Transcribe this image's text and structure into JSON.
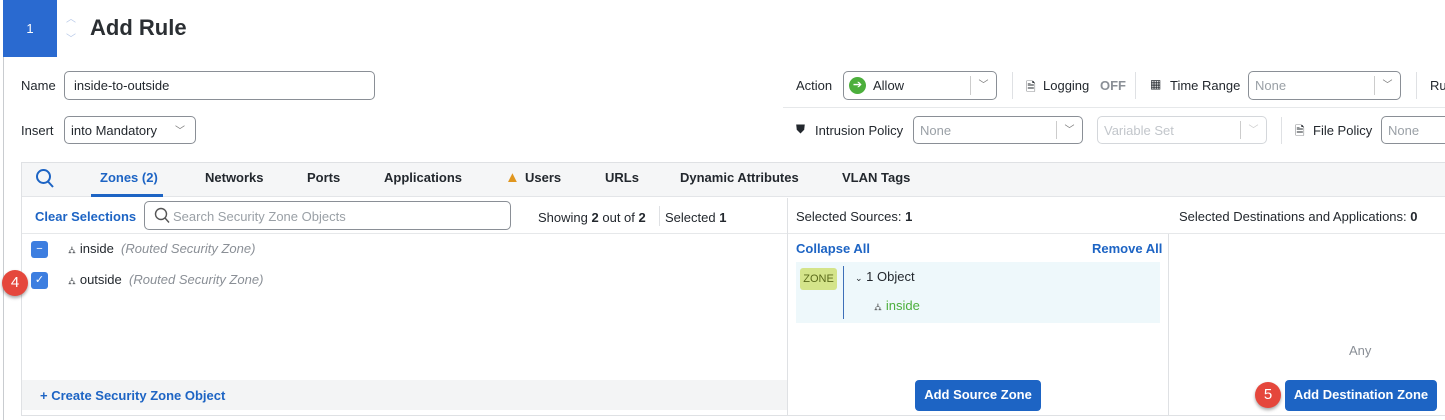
{
  "header": {
    "rule_number": "1",
    "title": "Add Rule"
  },
  "form": {
    "name_label": "Name",
    "name_value": "inside-to-outside",
    "insert_label": "Insert",
    "insert_value": "into Mandatory",
    "action_label": "Action",
    "action_value": "Allow",
    "logging_label": "Logging",
    "logging_value": "OFF",
    "time_range_label": "Time Range",
    "time_range_value": "None",
    "truncated_label": "Ru",
    "intrusion_label": "Intrusion Policy",
    "intrusion_value": "None",
    "variable_set_placeholder": "Variable Set",
    "file_policy_label": "File Policy",
    "file_policy_value": "None"
  },
  "tabs": [
    {
      "label": "Zones (2)",
      "active": true
    },
    {
      "label": "Networks"
    },
    {
      "label": "Ports"
    },
    {
      "label": "Applications"
    },
    {
      "label": "Users",
      "warning": true
    },
    {
      "label": "URLs"
    },
    {
      "label": "Dynamic Attributes"
    },
    {
      "label": "VLAN Tags"
    }
  ],
  "objects": {
    "clear_label": "Clear Selections",
    "search_placeholder": "Search Security Zone Objects",
    "showing_prefix": "Showing",
    "showing_count": "2",
    "showing_mid": "out of",
    "showing_total": "2",
    "selected_label": "Selected",
    "selected_count": "1",
    "items": [
      {
        "name": "inside",
        "type": "(Routed Security Zone)",
        "state": "partial"
      },
      {
        "name": "outside",
        "type": "(Routed Security Zone)",
        "state": "checked"
      }
    ],
    "create_label": "+ Create Security Zone Object"
  },
  "sources": {
    "header": "Selected Sources:",
    "count": "1",
    "collapse": "Collapse All",
    "remove": "Remove All",
    "tag": "ZONE",
    "group": "1 Object",
    "item": "inside",
    "add_button": "Add Source Zone"
  },
  "destinations": {
    "header": "Selected Destinations and Applications:",
    "count": "0",
    "empty": "Any",
    "add_button": "Add Destination Zone"
  },
  "steps": [
    "4",
    "5"
  ],
  "colors": {
    "accent": "#1d64c4",
    "step_badge": "#e5473c",
    "allow": "#4caf3c",
    "zone_tag": "#d4e48a",
    "selected_area": "#eef8fb"
  }
}
